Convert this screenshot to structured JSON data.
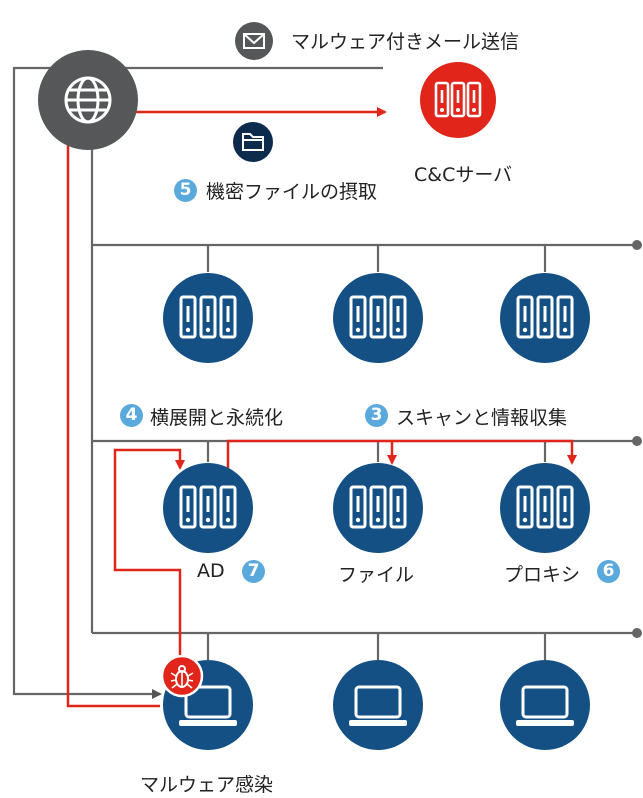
{
  "labels": {
    "send_mail": "マルウェア付きメール送信",
    "cc_server": "C&Cサーバ",
    "exfil": "機密ファイルの摂取",
    "lateral": "横展開と永続化",
    "scan": "スキャンと情報収集",
    "ad": "AD",
    "file": "ファイル",
    "proxy": "プロキシ",
    "infection": "マルウェア感染"
  },
  "steps": {
    "exfil": "5",
    "lateral": "4",
    "scan": "3",
    "proxy": "6",
    "ad": "7"
  },
  "colors": {
    "node_blue": "#145084",
    "globe_gray": "#555759",
    "cc_red": "#e1251b",
    "attack_red": "#e1251b",
    "step_blue": "#5aa9dc",
    "line_gray": "#666666"
  }
}
